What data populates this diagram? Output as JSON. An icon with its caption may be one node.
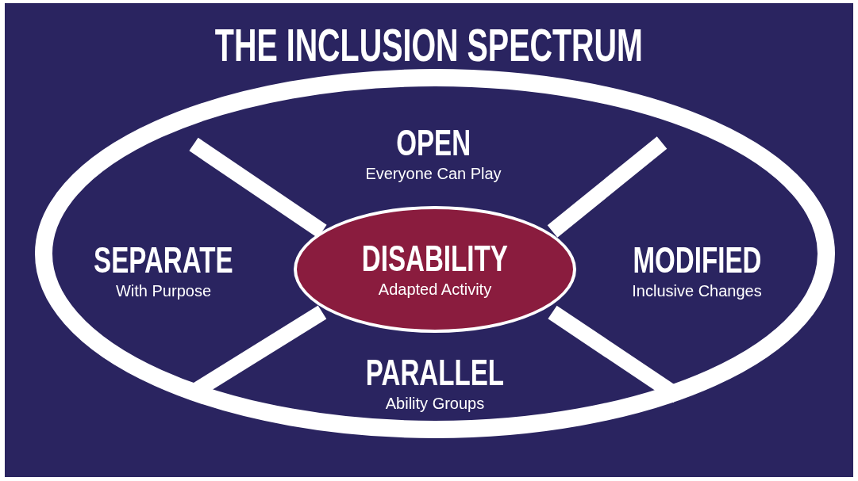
{
  "diagram": {
    "title": "THE INCLUSION SPECTRUM",
    "nodes": [
      {
        "text": [
          "OPEN",
          "Everyone Can Play"
        ]
      },
      {
        "text": [
          "SEPARATE",
          "With Purpose"
        ]
      },
      {
        "text": [
          "DISABILITY",
          "Adapted Activity"
        ]
      },
      {
        "text": [
          "MODIFIED",
          "Inclusive Changes"
        ]
      },
      {
        "text": [
          "PARALLEL",
          "Ability Groups"
        ]
      }
    ]
  }
}
